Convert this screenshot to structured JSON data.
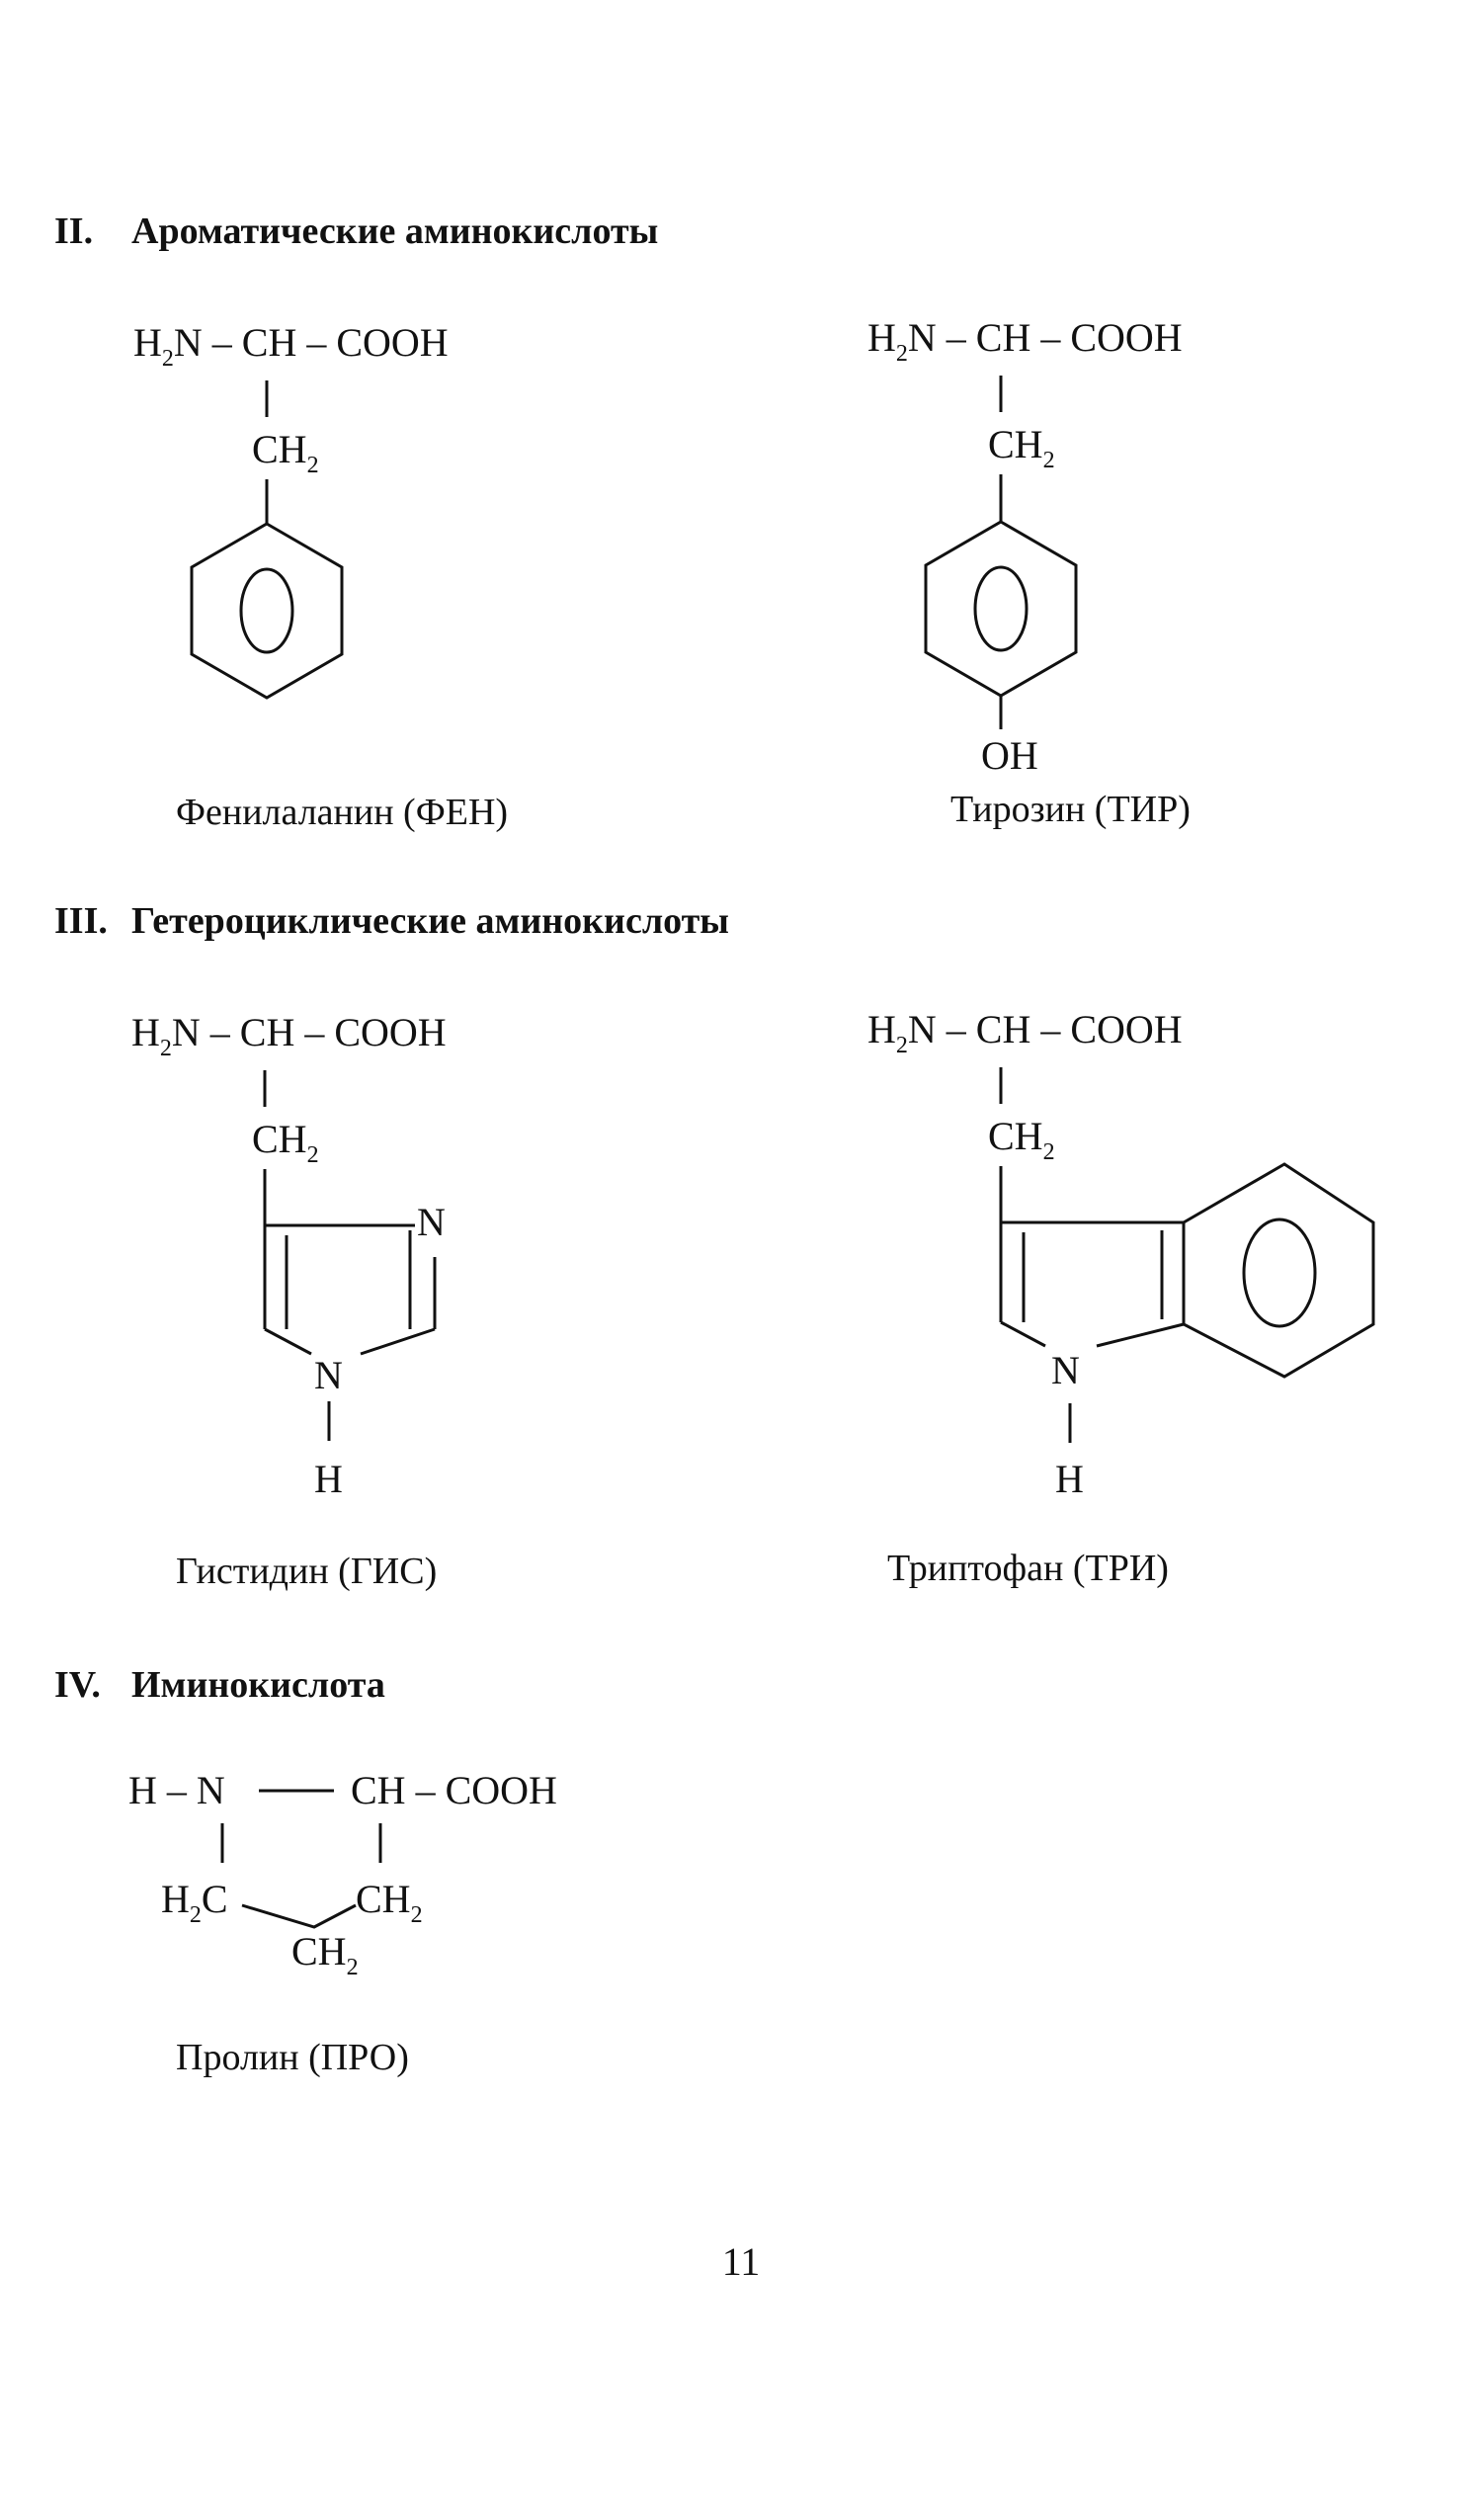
{
  "sections": {
    "aromatic": {
      "num": "II.",
      "title": "Ароматические аминокислоты"
    },
    "heterocyclic": {
      "num": "III.",
      "title": "Гетероциклические аминокислоты"
    },
    "imino": {
      "num": "IV.",
      "title": "Иминокислота"
    }
  },
  "amino": {
    "h": "H",
    "sub2": "2",
    "n_dash": "N – CH – COOH",
    "ch": "CH"
  },
  "groups": {
    "oh": "OH",
    "n": "N",
    "h": "H"
  },
  "proline_formula": {
    "top_left": "H – N",
    "top_right": "CH – COOH",
    "h": "H",
    "c": "C",
    "ch": "CH",
    "sub2": "2"
  },
  "captions": {
    "phe": "Фенилаланин (ФЕН)",
    "tyr": "Тирозин (ТИР)",
    "his": "Гистидин (ГИС)",
    "trp": "Триптофан (ТРИ)",
    "pro": "Пролин (ПРО)"
  },
  "page_number": "11"
}
